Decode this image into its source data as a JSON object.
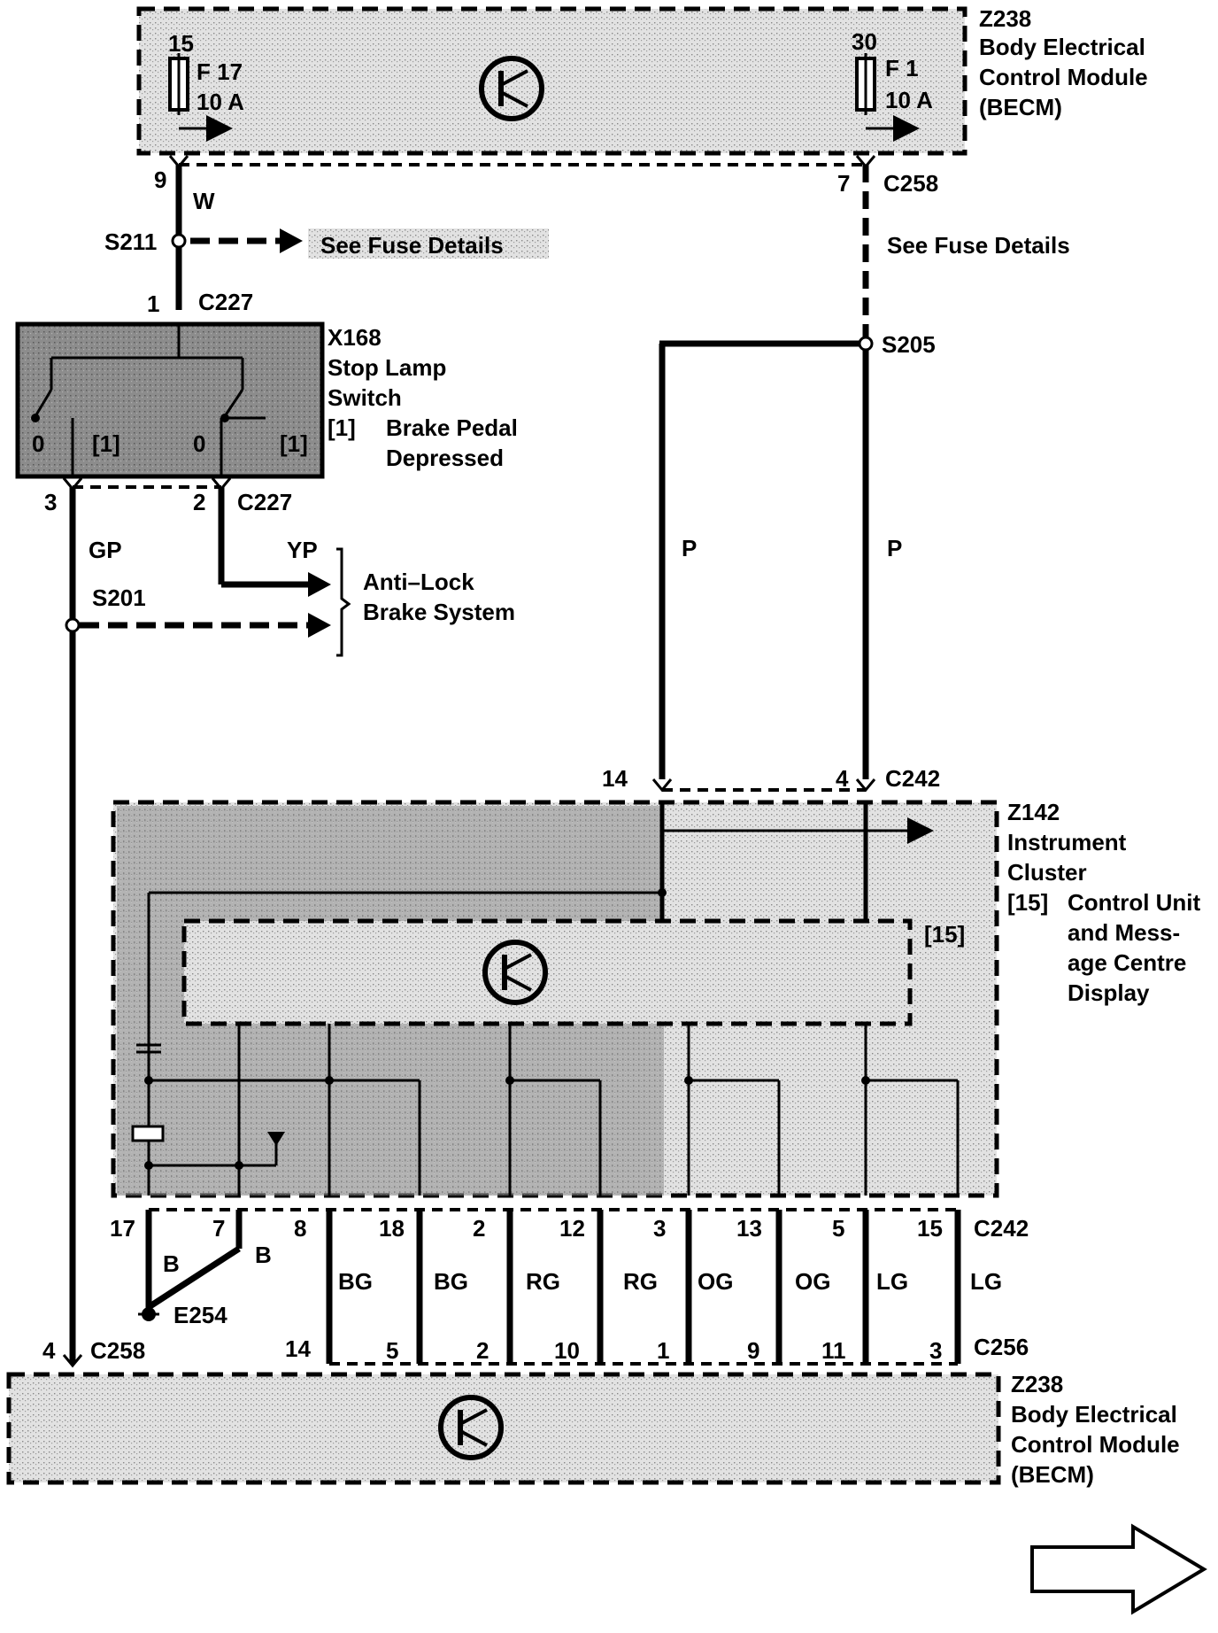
{
  "becm_top": {
    "ref": "Z238",
    "name_line1": "Body Electrical",
    "name_line2": "Control Module",
    "name_line3": "(BECM)",
    "fuse_left": {
      "terminal": "15",
      "fuse": "F 17",
      "rating": "10 A"
    },
    "fuse_right": {
      "terminal": "30",
      "fuse": "F 1",
      "rating": "10 A"
    }
  },
  "top_connector": {
    "left_pin": "9",
    "right_pin": "7",
    "name": "C258",
    "left_wire": "W"
  },
  "splices": {
    "s211": "S211",
    "s205": "S205",
    "s201": "S201"
  },
  "fuse_details_left": "See Fuse Details",
  "fuse_details_right": "See Fuse Details",
  "switch": {
    "ref": "X168",
    "line1": "Stop Lamp",
    "line2": "Switch",
    "note_tag": "[1]",
    "note_line1": "Brake Pedal",
    "note_line2": "Depressed",
    "pos0_left": "0",
    "pos1_left": "[1]",
    "pos0_right": "0",
    "pos1_right": "[1]",
    "top_pin": "1",
    "top_conn": "C227",
    "bottom_pin_left": "3",
    "bottom_pin_right": "2",
    "bottom_conn": "C227"
  },
  "wires": {
    "gp": "GP",
    "yp": "YP",
    "p_left": "P",
    "p_right": "P"
  },
  "abs": {
    "line1": "Anti–Lock",
    "line2": "Brake System"
  },
  "c242_top": {
    "left_pin": "14",
    "right_pin": "4",
    "name": "C242"
  },
  "cluster": {
    "ref": "Z142",
    "line1": "Instrument",
    "line2": "Cluster",
    "note_tag": "[15]",
    "note_line1": "Control Unit",
    "note_line2": "and Mess-",
    "note_line3": "age Centre",
    "note_line4": "Display",
    "inner_tag": "[15]"
  },
  "c242_bottom": {
    "name": "C242",
    "pins": [
      "17",
      "7",
      "8",
      "18",
      "2",
      "12",
      "3",
      "13",
      "5",
      "15"
    ]
  },
  "bottom_wires": [
    "BG",
    "BG",
    "RG",
    "RG",
    "OG",
    "OG",
    "LG",
    "LG"
  ],
  "ground": {
    "wire_left": "B",
    "wire_right": "B",
    "label": "E254"
  },
  "c258_bottom": {
    "pin": "4",
    "name": "C258"
  },
  "c256": {
    "name": "C256",
    "pins": [
      "14",
      "5",
      "2",
      "10",
      "1",
      "9",
      "11",
      "3"
    ]
  },
  "becm_bottom": {
    "ref": "Z238",
    "name_line1": "Body Electrical",
    "name_line2": "Control Module",
    "name_line3": "(BECM)"
  },
  "continue_arrow_icon": "right-arrow-outline"
}
